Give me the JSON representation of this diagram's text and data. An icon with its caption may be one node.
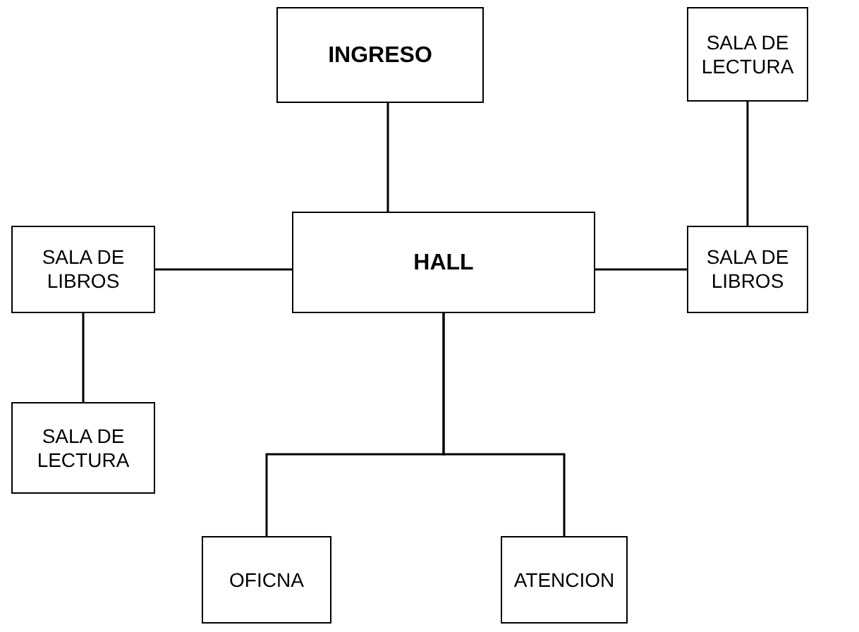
{
  "diagram": {
    "nodes": [
      {
        "text": [
          "INGRESO"
        ]
      },
      {
        "text": [
          "SALA DE LECTURA"
        ]
      },
      {
        "text": [
          "SALA DE LIBROS"
        ]
      },
      {
        "text": [
          "HALL"
        ]
      },
      {
        "text": [
          "SALA DE LIBROS"
        ]
      },
      {
        "text": [
          "SALA DE LECTURA"
        ]
      },
      {
        "text": [
          "OFICNA"
        ]
      },
      {
        "text": [
          "ATENCION"
        ]
      }
    ],
    "edges": [
      {
        "from": 0,
        "to": 3,
        "arrow": "none"
      },
      {
        "from": 1,
        "to": 4,
        "arrow": "none"
      },
      {
        "from": 2,
        "to": 3,
        "arrow": "none"
      },
      {
        "from": 3,
        "to": 4,
        "arrow": "none"
      },
      {
        "from": 2,
        "to": 5,
        "arrow": "none"
      },
      {
        "from": 3,
        "to": 6,
        "arrow": "none"
      },
      {
        "from": 3,
        "to": 7,
        "arrow": "none"
      }
    ]
  }
}
